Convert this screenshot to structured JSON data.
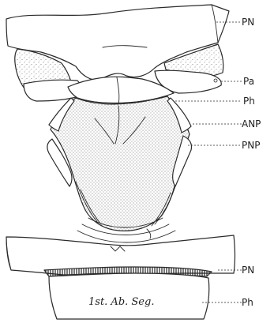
{
  "labels": {
    "pn_top": "PN",
    "pa": "Pa",
    "ph_top": "Ph",
    "anp": "ANP",
    "pnp": "PNP",
    "pn_bottom": "PN",
    "ph_bottom": "Ph"
  },
  "segment_label": "1st. Ab. Seg."
}
